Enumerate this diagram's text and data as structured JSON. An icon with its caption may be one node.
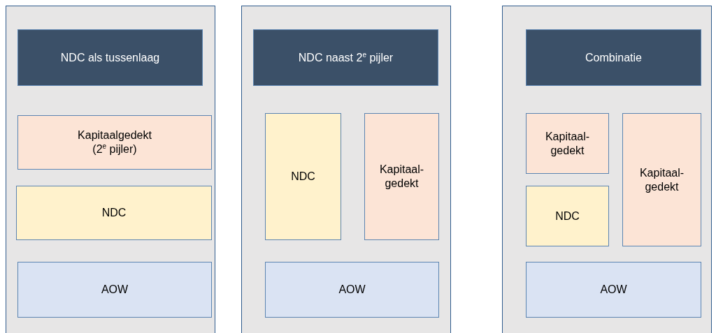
{
  "diagram": {
    "nodes": [
      {
        "text": [],
        "shape": "box"
      },
      {
        "text": [
          "NDC als tussenlaag"
        ],
        "in": 0
      },
      {
        "text": [
          "Kapitaalgedekt (2$^{e}$ pijler)"
        ],
        "in": 0
      },
      {
        "text": [
          "NDC"
        ],
        "in": 0
      },
      {
        "text": [
          "AOW"
        ],
        "in": 0
      },
      {
        "text": [],
        "shape": "box"
      },
      {
        "text": [
          "NDC naast 2$^{e}$ pijler"
        ],
        "in": 5
      },
      {
        "text": [
          "NDC"
        ],
        "in": 5
      },
      {
        "text": [
          "Kapitaal-gedekt"
        ],
        "in": 5
      },
      {
        "text": [
          "AOW"
        ],
        "in": 5
      },
      {
        "text": [],
        "shape": "box"
      },
      {
        "text": [
          "Combinatie"
        ],
        "in": 10
      },
      {
        "text": [
          "Kapitaal-gedekt"
        ],
        "in": 10
      },
      {
        "text": [
          "NDC"
        ],
        "in": 10
      },
      {
        "text": [
          "Kapitaal-gedekt"
        ],
        "in": 10
      },
      {
        "text": [
          "AOW"
        ],
        "in": 10
      }
    ]
  }
}
